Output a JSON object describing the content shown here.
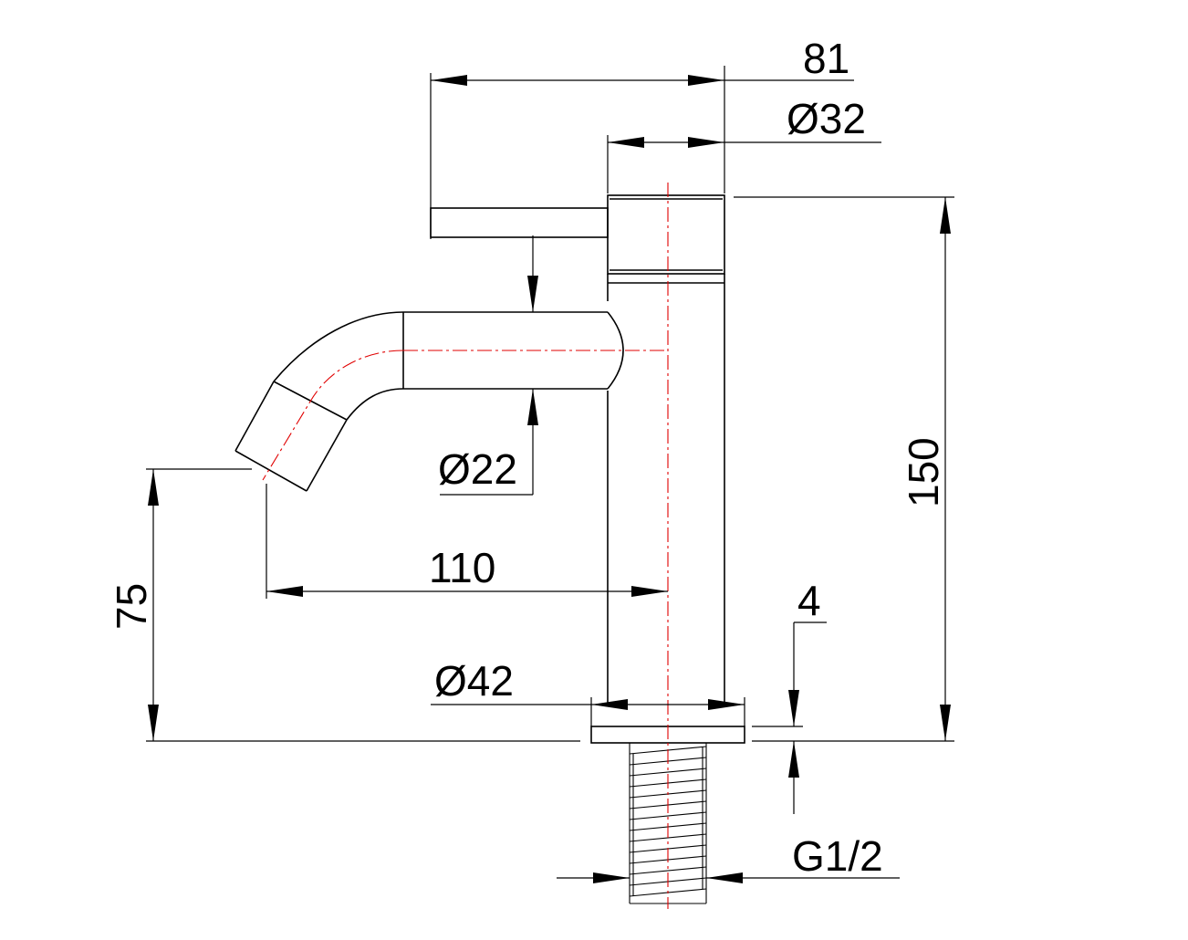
{
  "drawing": {
    "colors": {
      "outline": "#000000",
      "centerline": "#e00000",
      "background": "#ffffff"
    },
    "dimensions": {
      "overall_reach": "81",
      "handle_diameter": "Ø32",
      "spout_diameter": "Ø22",
      "spout_height": "75",
      "spout_projection": "110",
      "overall_height": "150",
      "base_thickness": "4",
      "base_diameter": "Ø42",
      "thread_size": "G1/2"
    }
  }
}
